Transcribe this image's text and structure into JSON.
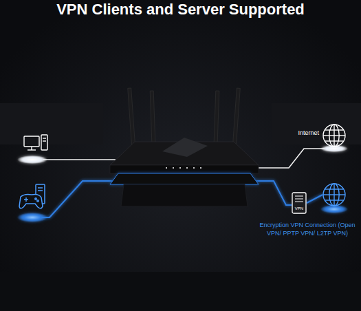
{
  "diagram": {
    "title": "VPN Clients and Server Supported",
    "nodes": [
      {
        "text": [
          "Internet"
        ]
      },
      {
        "text": [
          "VPN"
        ]
      },
      {
        "text": [
          "Encryption VPN Connection (Open VPN/ PPTP VPN/ L2TP VPN)"
        ]
      }
    ],
    "edges": [
      {
        "from": 1,
        "to": 2,
        "arrow": "none"
      }
    ]
  }
}
